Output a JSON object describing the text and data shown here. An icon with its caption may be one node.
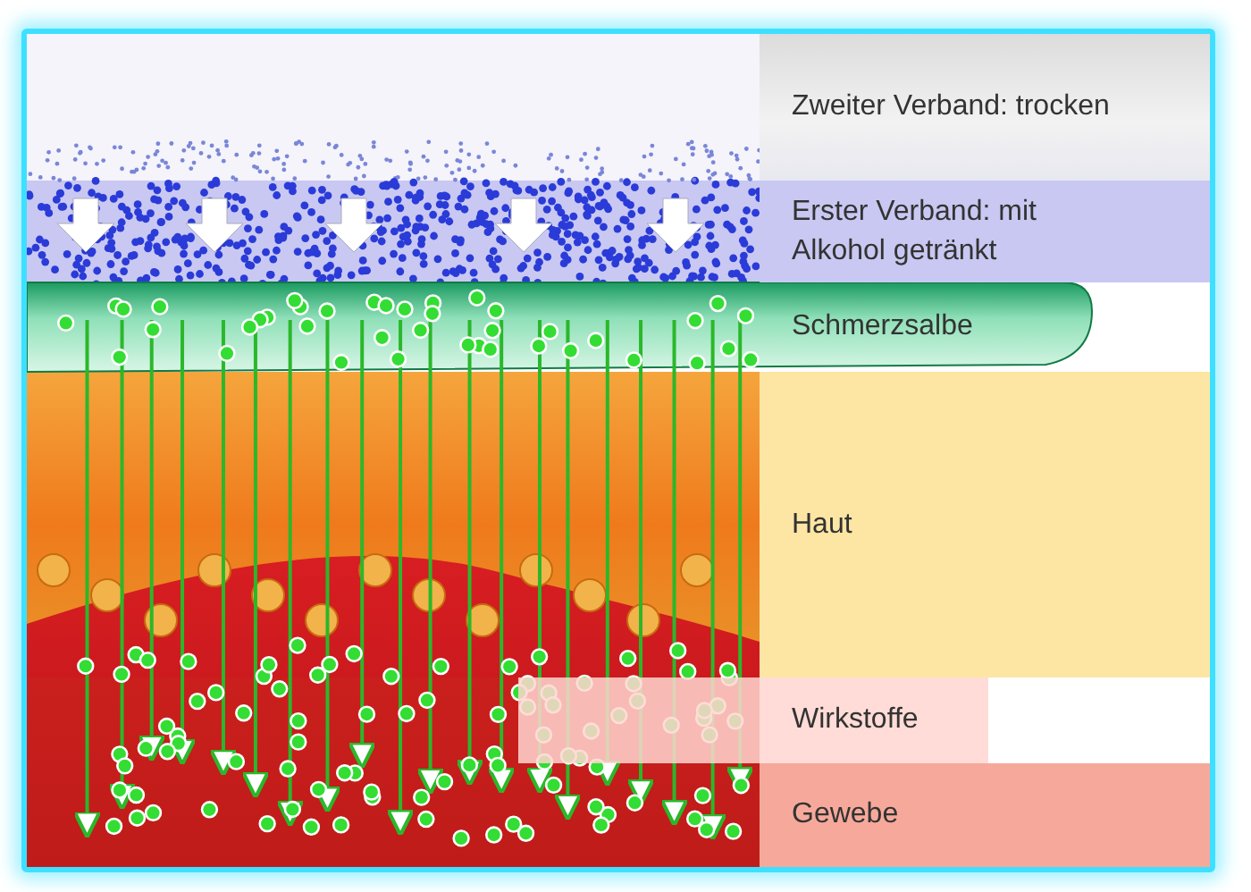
{
  "diagram": {
    "nodes": [
      {
        "text": [
          "Zweiter Verband: trocken"
        ]
      },
      {
        "text": [
          "Erster Verband: mit Alkohol getränkt"
        ]
      },
      {
        "text": [
          "Schmerzsalbe"
        ]
      },
      {
        "text": [
          "Haut"
        ]
      },
      {
        "text": [
          "Wirkstoffe"
        ]
      },
      {
        "text": [
          "Gewebe"
        ]
      }
    ]
  }
}
